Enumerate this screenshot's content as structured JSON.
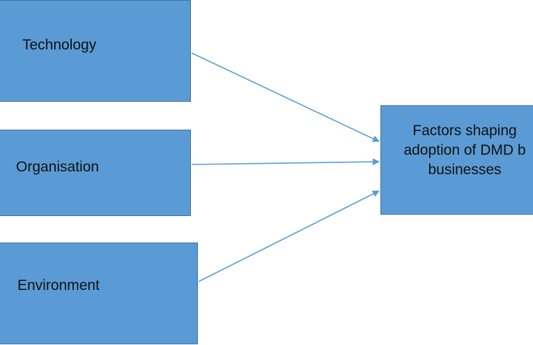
{
  "diagram": {
    "factors": [
      {
        "label": "Technology"
      },
      {
        "label": "Organisation"
      },
      {
        "label": "Environment"
      }
    ],
    "outcome": {
      "lines": [
        "Factors shaping",
        "adoption of DMD b",
        "businesses"
      ]
    },
    "colors": {
      "box_fill": "#5b9bd5",
      "box_border": "#41719c",
      "arrow": "#5b9bd5",
      "text": "#111111"
    }
  }
}
